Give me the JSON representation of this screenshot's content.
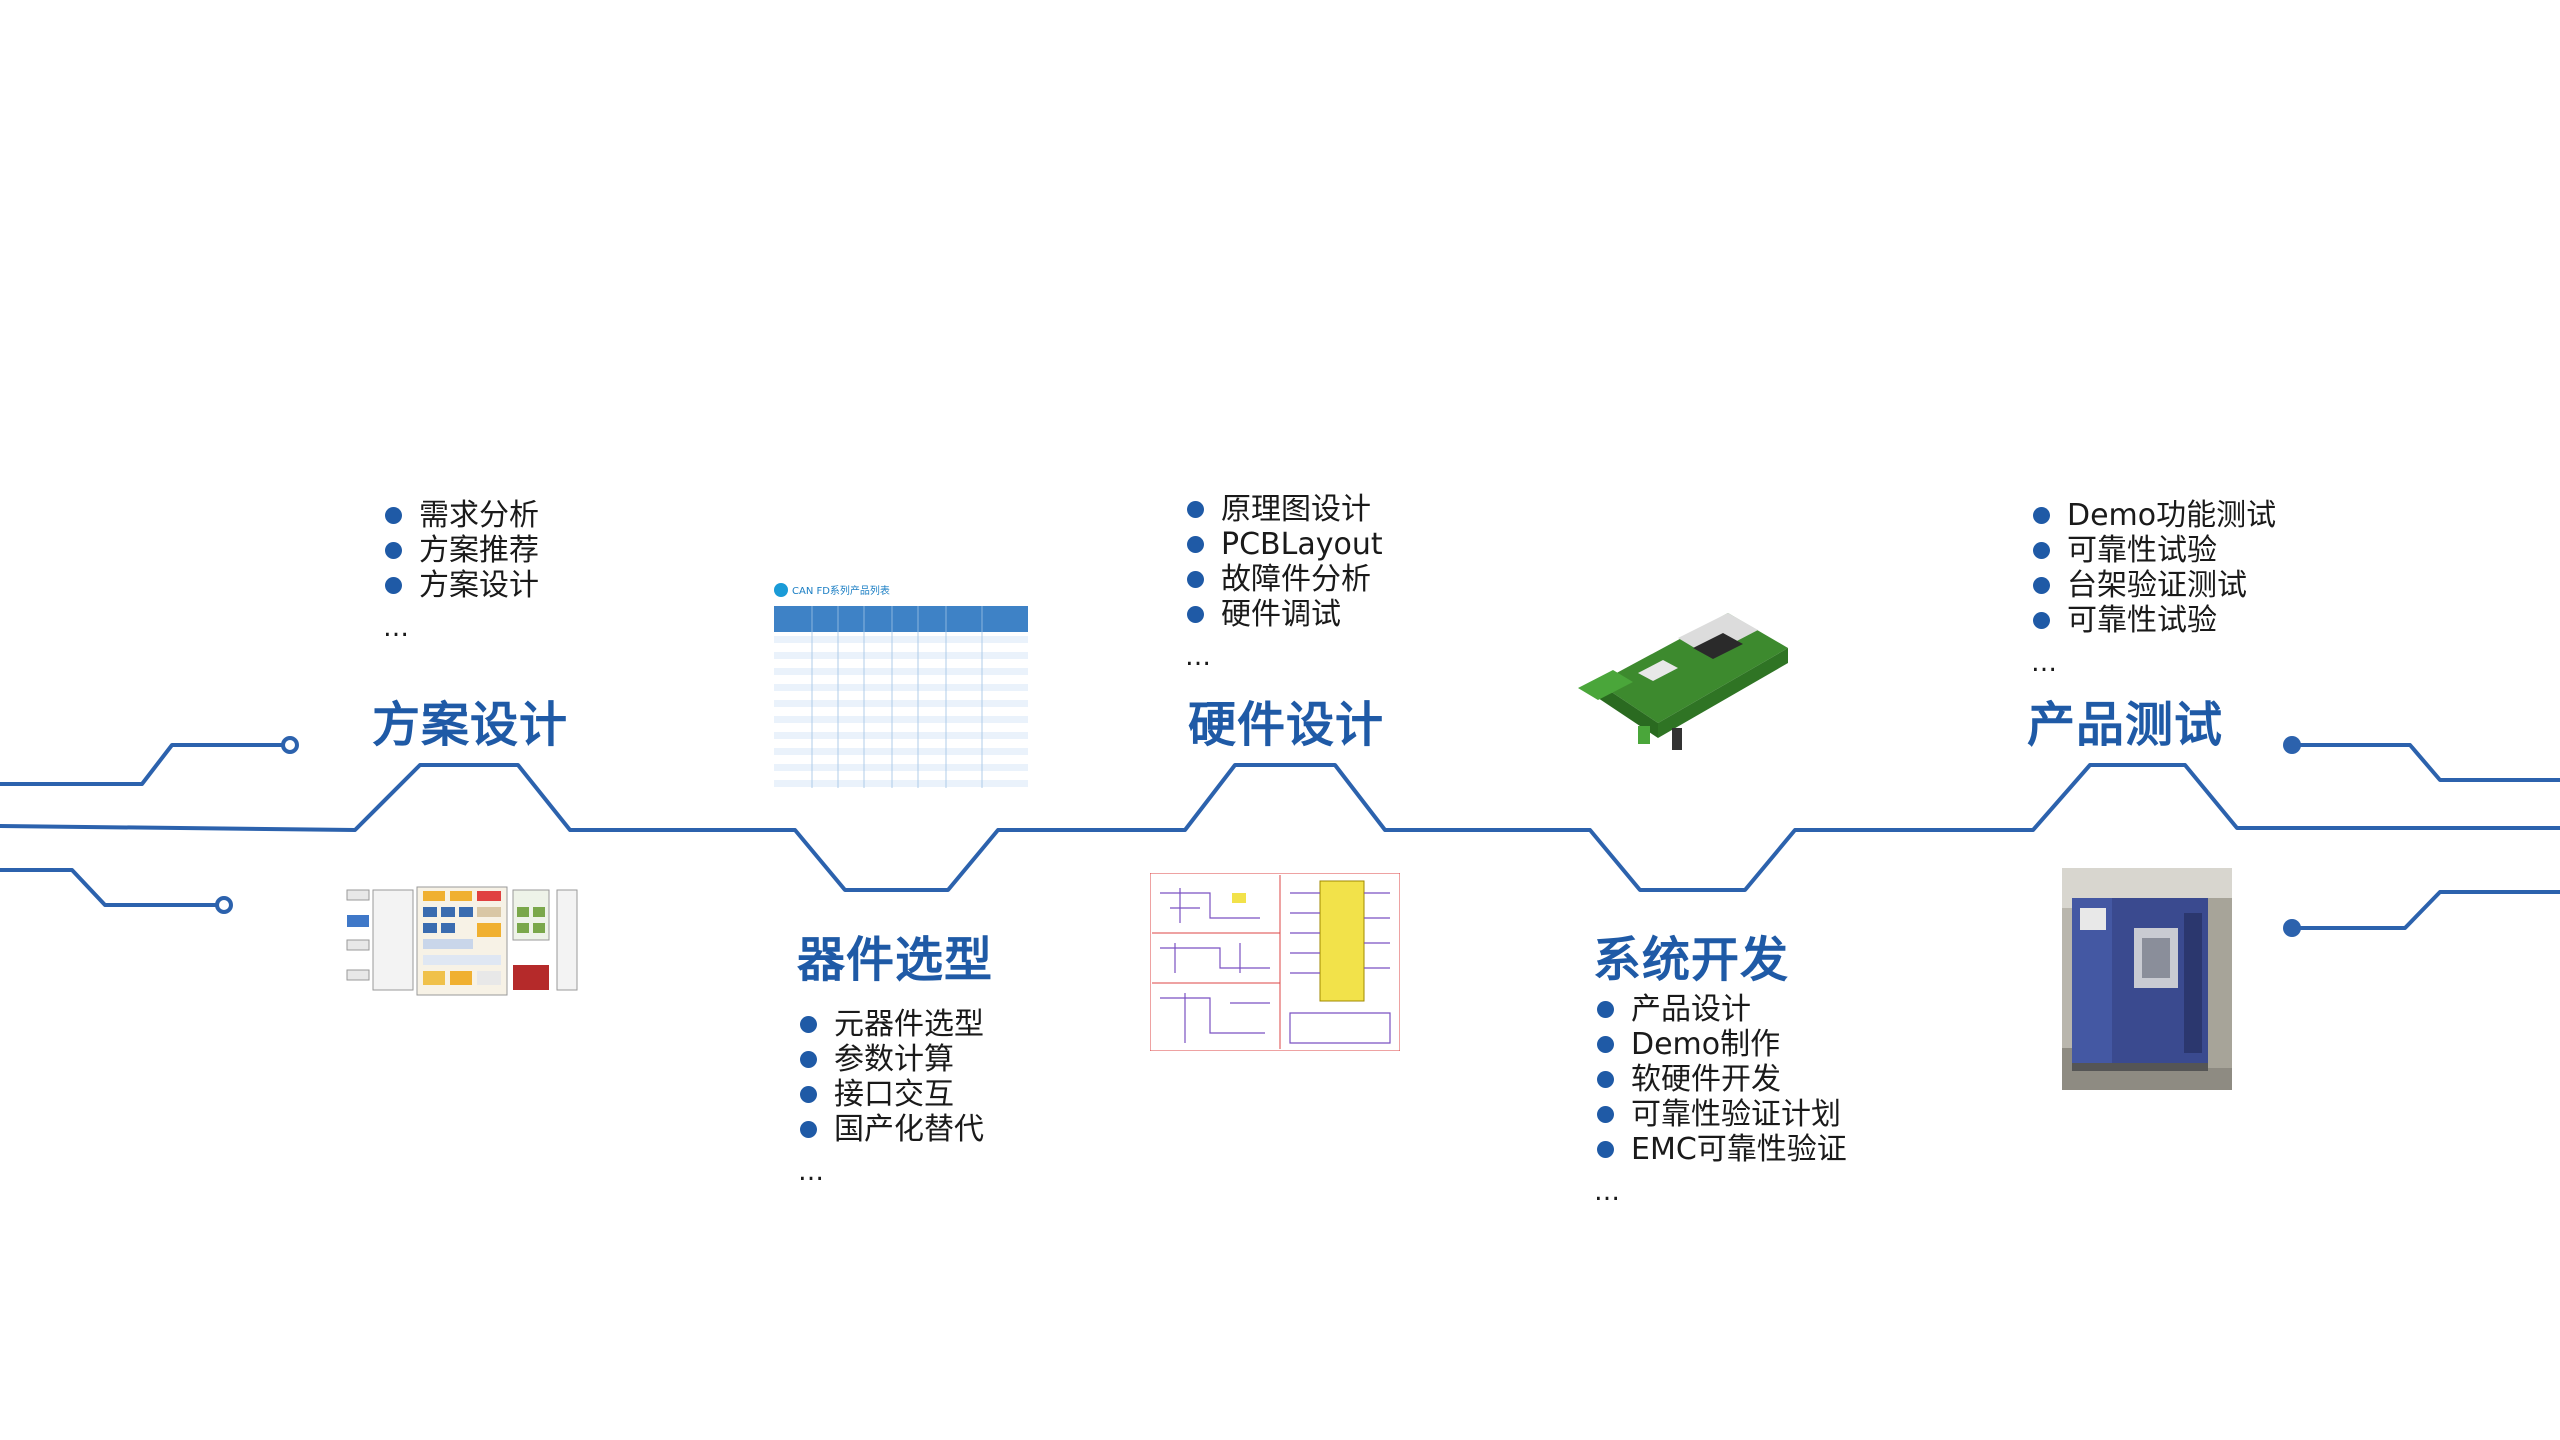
{
  "colors": {
    "accent": "#1f5aa6",
    "line": "#2c62ad",
    "text": "#1a1a1a"
  },
  "stages": [
    {
      "id": "scheme",
      "title": "方案设计",
      "items": [
        "需求分析",
        "方案推荐",
        "方案设计"
      ],
      "more": "…"
    },
    {
      "id": "device",
      "title": "器件选型",
      "items": [
        "元器件选型",
        "参数计算",
        "接口交互",
        "国产化替代"
      ],
      "more": "…"
    },
    {
      "id": "hardware",
      "title": "硬件设计",
      "items": [
        "原理图设计",
        "PCBLayout",
        "故障件分析",
        "硬件调试"
      ],
      "more": "…"
    },
    {
      "id": "system",
      "title": "系统开发",
      "items": [
        "产品设计",
        "Demo制作",
        "软硬件开发",
        "可靠性验证计划",
        "EMC可靠性验证"
      ],
      "more": "…"
    },
    {
      "id": "testing",
      "title": "产品测试",
      "items": [
        "Demo功能测试",
        "可靠性试验",
        "台架验证测试",
        "可靠性试验"
      ],
      "more": "…"
    }
  ],
  "images": {
    "product_table": {
      "heading": "CAN FD系列产品列表"
    },
    "block_diagram": {
      "icon": "block-diagram"
    },
    "schematic": {
      "icon": "schematic"
    },
    "pcb_module": {
      "icon": "pcb-module"
    },
    "climate_chamber": {
      "icon": "climate-chamber"
    }
  }
}
